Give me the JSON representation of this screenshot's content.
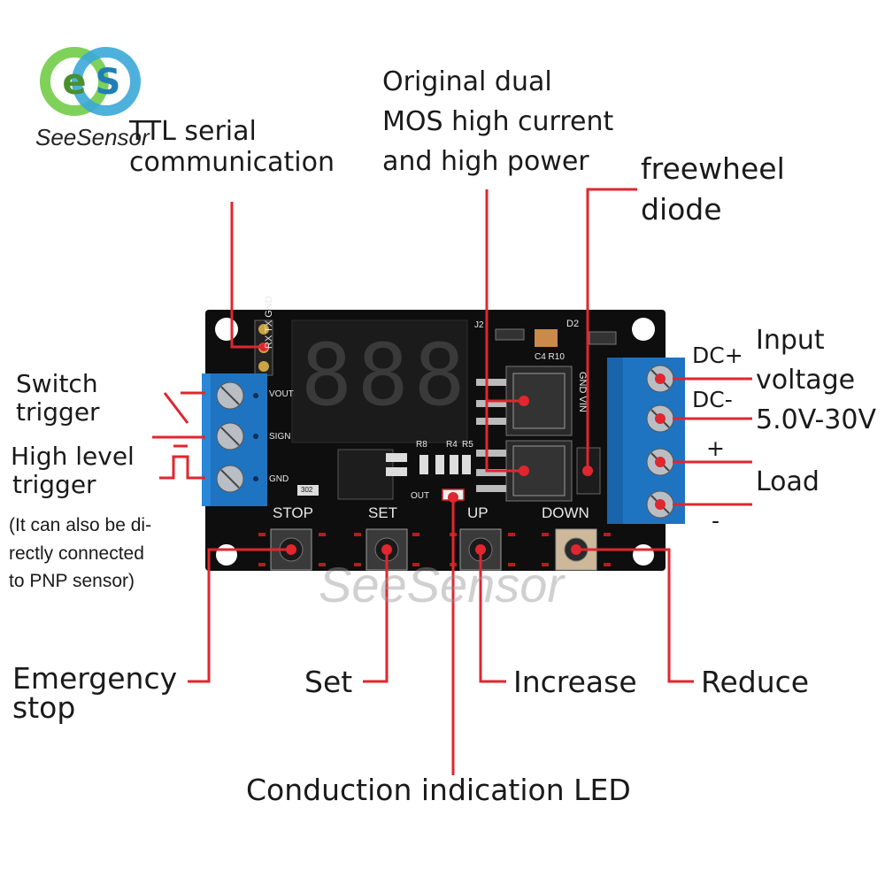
{
  "brand": {
    "name": "SeeSensor",
    "watermark": "SeeSensor"
  },
  "board": {
    "display": "888",
    "header_pins": "RX TX GND",
    "left_terminal": [
      "VOUT",
      "SIGN",
      "GND"
    ],
    "right_terminal": "GND VIN",
    "silk": {
      "j": "J2",
      "d2": "D2",
      "c4r10": "C4 R10",
      "r8": "R8",
      "r4": "R4",
      "r5": "R5",
      "out": "OUT",
      "c302": "302"
    },
    "buttons": [
      "STOP",
      "SET",
      "UP",
      "DOWN"
    ]
  },
  "labels": {
    "ttl": [
      "TTL serial",
      "communication"
    ],
    "mos": [
      "Original dual",
      "MOS high current",
      "and high power"
    ],
    "diode": [
      "freewheel",
      "diode"
    ],
    "dc_plus": "DC+",
    "dc_minus": "DC-",
    "input": [
      "Input",
      "voltage",
      "5.0V-30V"
    ],
    "load_plus": "+",
    "load": "Load",
    "load_minus": "-",
    "switch_trigger": [
      "Switch",
      "trigger"
    ],
    "high_level": [
      "High level",
      "trigger"
    ],
    "pnp_note": [
      "(It can also be di-",
      "rectly connected",
      "to PNP sensor)"
    ],
    "emergency": [
      "Emergency",
      "stop"
    ],
    "set": "Set",
    "increase": "Increase",
    "reduce": "Reduce",
    "led": "Conduction indication LED"
  },
  "colors": {
    "leader": "#e0262f",
    "pcb": "#111111",
    "terminal": "#1f74c2",
    "screw": "#b9bec4"
  }
}
